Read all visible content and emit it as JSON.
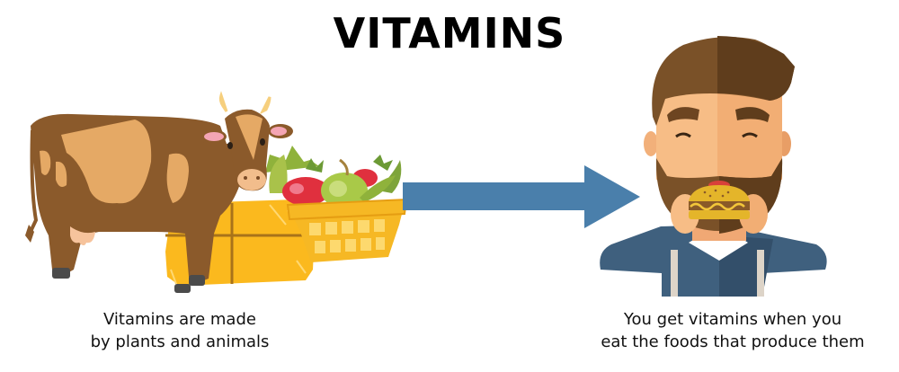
{
  "title": "VITAMINS",
  "left_panel": {
    "illustration": [
      "cow-icon",
      "hay-bale-icon",
      "fruit-basket-icon"
    ],
    "caption_line1": "Vitamins are made",
    "caption_line2": "by plants and animals"
  },
  "arrow": {
    "icon": "arrow-right-icon",
    "color": "#4a7fab"
  },
  "right_panel": {
    "illustration": [
      "man-eating-burger-icon"
    ],
    "caption_line1": "You get vitamins when you",
    "caption_line2": "eat the foods that produce them"
  },
  "colors": {
    "cow_body": "#8b5a2b",
    "cow_spots": "#e5a965",
    "hay": "#fbb91e",
    "basket": "#f6b824",
    "hair": "#7a5128",
    "skin": "#f7bd86",
    "shirt": "#3f607e"
  }
}
